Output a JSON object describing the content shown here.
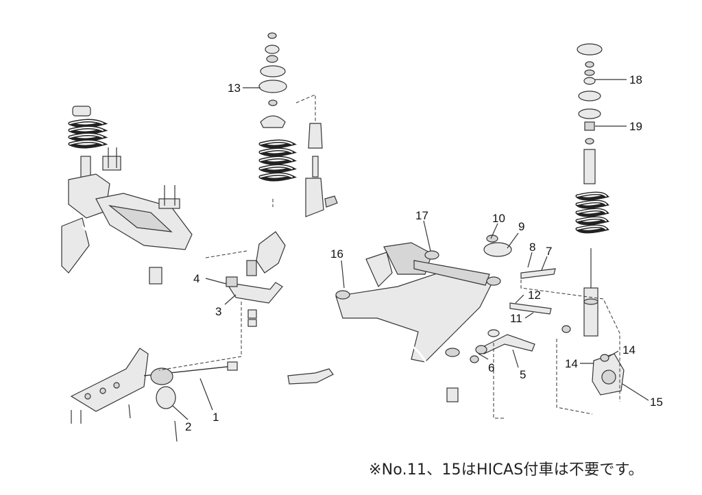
{
  "diagram": {
    "type": "exploded-parts-diagram",
    "callouts": [
      "1",
      "2",
      "3",
      "4",
      "5",
      "6",
      "7",
      "8",
      "9",
      "10",
      "11",
      "12",
      "13",
      "14",
      "14",
      "15",
      "16",
      "17",
      "18",
      "19"
    ],
    "note": "※No.11、15はHICAS付車は不要です。"
  }
}
